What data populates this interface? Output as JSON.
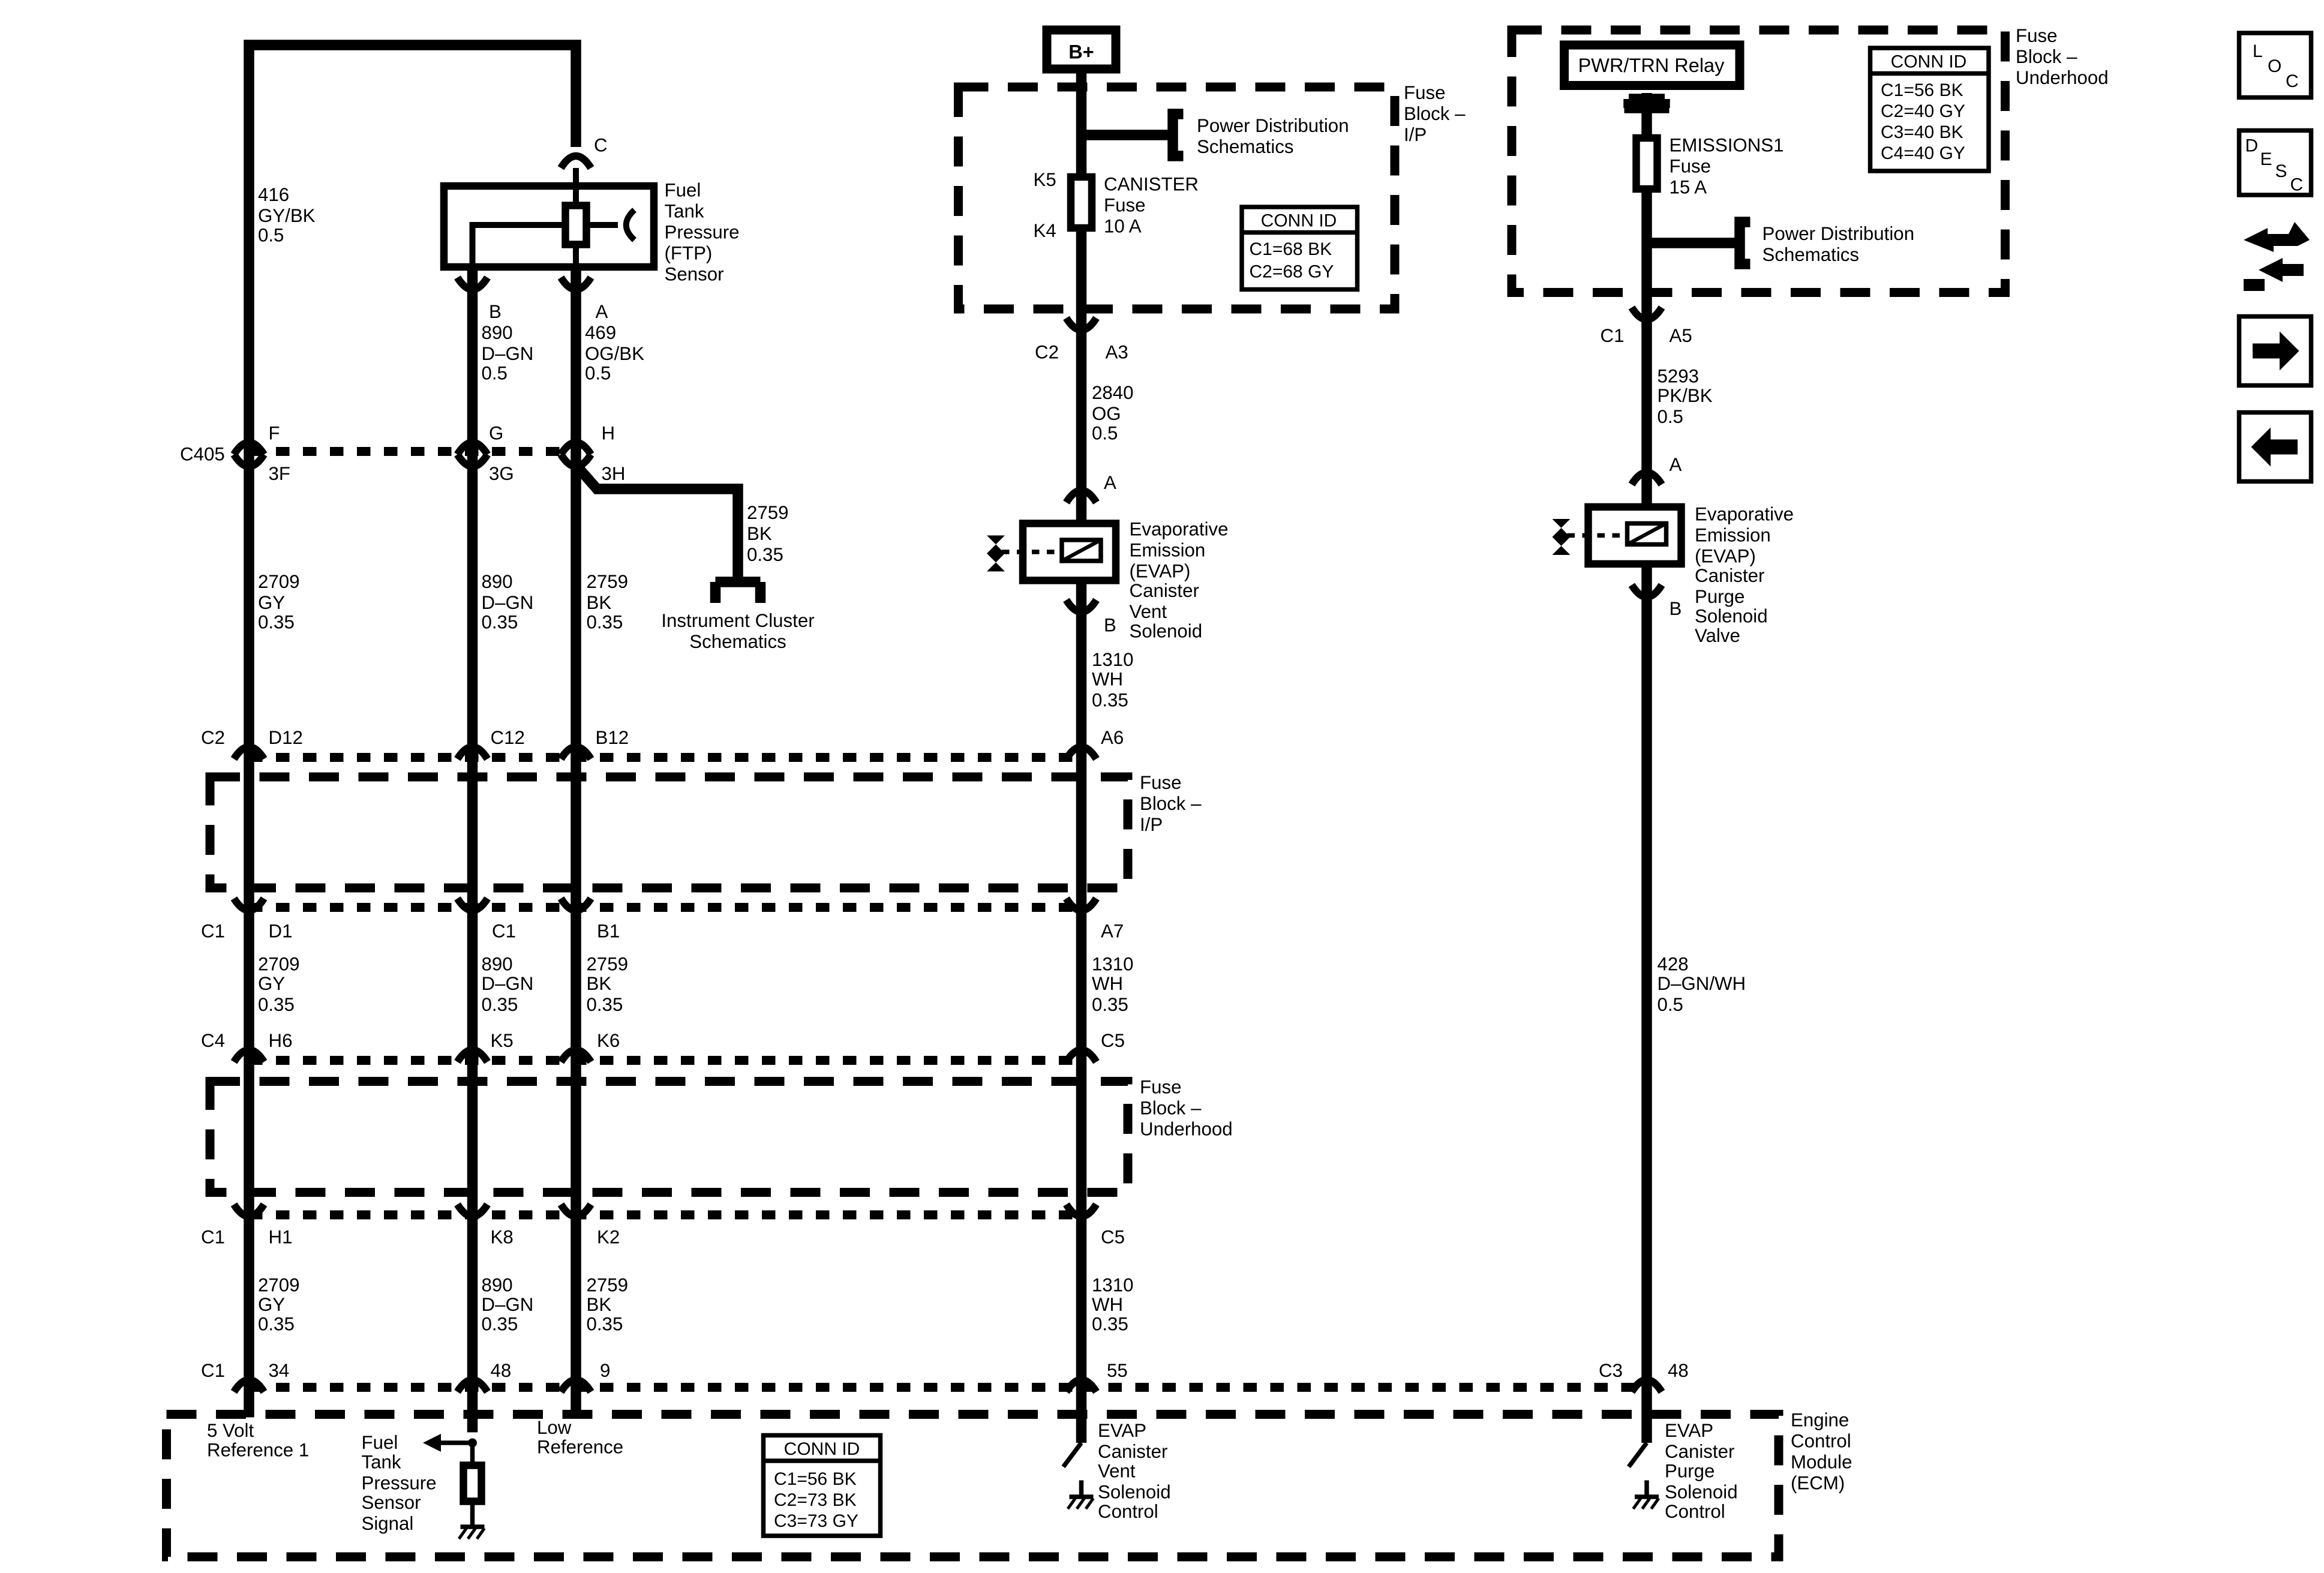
{
  "power": {
    "bplus": "B+",
    "relay": "PWR/TRN Relay"
  },
  "blocks": {
    "fuse_ip_top": [
      "Fuse",
      "Block –",
      "I/P"
    ],
    "fuse_underhood_top": [
      "Fuse",
      "Block –",
      "Underhood"
    ],
    "fuse_ip_mid": [
      "Fuse",
      "Block –",
      "I/P"
    ],
    "fuse_underhood_mid": [
      "Fuse",
      "Block –",
      "Underhood"
    ],
    "ecm": [
      "Engine",
      "Control",
      "Module",
      "(ECM)"
    ]
  },
  "conn_ids": {
    "ip": {
      "title": "CONN ID",
      "rows": [
        "C1=68 BK",
        "C2=68 GY"
      ]
    },
    "underhood": {
      "title": "CONN ID",
      "rows": [
        "C1=56 BK",
        "C2=40 GY",
        "C3=40 BK",
        "C4=40 GY"
      ]
    },
    "ecm": {
      "title": "CONN ID",
      "rows": [
        "C1=56 BK",
        "C2=73 BK",
        "C3=73 GY"
      ]
    }
  },
  "fuses": {
    "canister": {
      "lines": [
        "CANISTER",
        "Fuse",
        "10 A"
      ],
      "pin_in": "K5",
      "pin_out": "K4"
    },
    "emissions": {
      "lines": [
        "EMISSIONS1",
        "Fuse",
        "15 A"
      ]
    }
  },
  "refs": {
    "pd_top1": [
      "Power Distribution",
      "Schematics"
    ],
    "pd_top2": [
      "Power Distribution",
      "Schematics"
    ],
    "instrument": [
      "Instrument Cluster",
      "Schematics"
    ]
  },
  "components": {
    "ftp": [
      "Fuel",
      "Tank",
      "Pressure",
      "(FTP)",
      "Sensor"
    ],
    "vent": [
      "Evaporative",
      "Emission",
      "(EVAP)",
      "Canister",
      "Vent",
      "Solenoid"
    ],
    "purge": [
      "Evaporative",
      "Emission",
      "(EVAP)",
      "Canister",
      "Purge",
      "Solenoid",
      "Valve"
    ]
  },
  "wires": {
    "w416": [
      "416",
      "GY/BK",
      "0.5"
    ],
    "w890a": [
      "890",
      "D–GN",
      "0.5"
    ],
    "w469": [
      "469",
      "OG/BK",
      "0.5"
    ],
    "w2759a": [
      "2759",
      "BK",
      "0.35"
    ],
    "w2709a": [
      "2709",
      "GY",
      "0.35"
    ],
    "w890b": [
      "890",
      "D–GN",
      "0.35"
    ],
    "w2759b": [
      "2759",
      "BK",
      "0.35"
    ],
    "w2709b": [
      "2709",
      "GY",
      "0.35"
    ],
    "w890c": [
      "890",
      "D–GN",
      "0.35"
    ],
    "w2759c": [
      "2759",
      "BK",
      "0.35"
    ],
    "w2709c": [
      "2709",
      "GY",
      "0.35"
    ],
    "w890d": [
      "890",
      "D–GN",
      "0.35"
    ],
    "w2759d": [
      "2759",
      "BK",
      "0.35"
    ],
    "w2840": [
      "2840",
      "OG",
      "0.5"
    ],
    "w1310a": [
      "1310",
      "WH",
      "0.35"
    ],
    "w1310b": [
      "1310",
      "WH",
      "0.35"
    ],
    "w1310c": [
      "1310",
      "WH",
      "0.35"
    ],
    "w5293": [
      "5293",
      "PK/BK",
      "0.5"
    ],
    "w428": [
      "428",
      "D–GN/WH",
      "0.5"
    ]
  },
  "pins": {
    "ftp_c": "C",
    "ftp_b": "B",
    "ftp_a": "A",
    "c405": "C405",
    "f": "F",
    "g": "G",
    "h": "H",
    "f3": "3F",
    "g3": "3G",
    "h3": "3H",
    "c2": "C2",
    "d12": "D12",
    "c12": "C12",
    "b12": "B12",
    "a6": "A6",
    "c1a": "C1",
    "d1": "D1",
    "c1pin": "C1",
    "b1": "B1",
    "a7": "A7",
    "c4": "C4",
    "h6": "H6",
    "k5": "K5",
    "k6": "K6",
    "c5a": "C5",
    "c1b": "C1",
    "h1": "H1",
    "k8": "K8",
    "k2": "K2",
    "c5b": "C5",
    "c1c": "C1",
    "p34": "34",
    "p48a": "48",
    "p9": "9",
    "p55": "55",
    "c3": "C3",
    "p48b": "48",
    "fuse_c2": "C2",
    "fuse_a3": "A3",
    "uh_c1": "C1",
    "uh_a5": "A5",
    "vent_a": "A",
    "vent_b": "B",
    "purge_a": "A",
    "purge_b": "B"
  },
  "ecm_labels": {
    "five_volt": [
      "5 Volt",
      "Reference 1"
    ],
    "ftp_signal": [
      "Fuel",
      "Tank",
      "Pressure",
      "Sensor",
      "Signal"
    ],
    "low_ref": [
      "Low",
      "Reference"
    ],
    "vent_ctrl": [
      "EVAP",
      "Canister",
      "Vent",
      "Solenoid",
      "Control"
    ],
    "purge_ctrl": [
      "EVAP",
      "Canister",
      "Purge",
      "Solenoid",
      "Control"
    ]
  },
  "nav": {
    "loc": [
      "L",
      "O",
      "C"
    ],
    "desc": [
      "D",
      "E",
      "S",
      "C"
    ],
    "icons": [
      "connector-end-view-icon",
      "next-page-icon",
      "previous-page-icon"
    ]
  }
}
